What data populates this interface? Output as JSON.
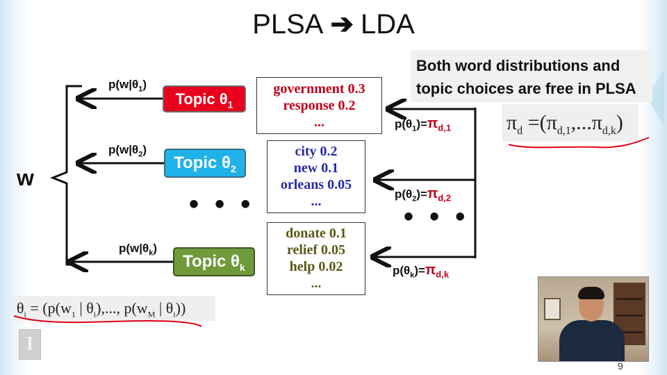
{
  "slide": {
    "title_left": "PLSA",
    "title_arrow": "➔",
    "title_right": "LDA",
    "note": "Both word distributions and topic choices are free in PLSA",
    "page_number": "9",
    "w_label": "w",
    "ellipsis": "• • •"
  },
  "topics": [
    {
      "label": "Topic θ",
      "sub": "1",
      "color": "#e8001c"
    },
    {
      "label": "Topic θ",
      "sub": "2",
      "color": "#1fb2e8"
    },
    {
      "label": "Topic θ",
      "sub": "k",
      "color": "#6f9a3a"
    }
  ],
  "word_probs": [
    {
      "prefix": "p(w|θ",
      "sub": "1",
      "suffix": ")"
    },
    {
      "prefix": "p(w|θ",
      "sub": "2",
      "suffix": ")"
    },
    {
      "prefix": "p(w|θ",
      "sub": "k",
      "suffix": ")"
    }
  ],
  "topic_probs": [
    {
      "prefix": "p(θ",
      "sub": "1",
      "eq": ")=",
      "pi": "π",
      "pi_sub": "d,1"
    },
    {
      "prefix": "p(θ",
      "sub": "2",
      "eq": ")=",
      "pi": "π",
      "pi_sub": "d,2"
    },
    {
      "prefix": "p(θ",
      "sub": "k",
      "eq": ")=",
      "pi": "π",
      "pi_sub": "d,k"
    }
  ],
  "word_boxes": [
    {
      "lines": [
        "government 0.3",
        "response  0.2",
        "..."
      ],
      "color": "#c00018"
    },
    {
      "lines": [
        "city 0.2",
        "new   0.1",
        "orleans 0.05",
        "..."
      ],
      "color": "#2a2aa8"
    },
    {
      "lines": [
        "donate  0.1",
        "relief 0.05",
        "help 0.02",
        "..."
      ],
      "color": "#5a5a18"
    }
  ],
  "formulas": {
    "pi_main": "π",
    "pi_sub": "d",
    "pi_mid": " =(π",
    "pi_s1": "d,1",
    "pi_dots": ",...π",
    "pi_s2": "d,k",
    "pi_end": ")",
    "theta_main": "θ",
    "theta_sub": "i",
    "theta_mid": " = (p(w",
    "theta_s1": "1",
    "theta_mid2": " | θ",
    "theta_s2": "i",
    "theta_mid3": "),..., p(w",
    "theta_s3": "M",
    "theta_mid4": " | θ",
    "theta_s4": "i",
    "theta_end": "))"
  },
  "logo": "I",
  "colors": {
    "accent_red": "#c00018",
    "underline": "#e0001a"
  }
}
